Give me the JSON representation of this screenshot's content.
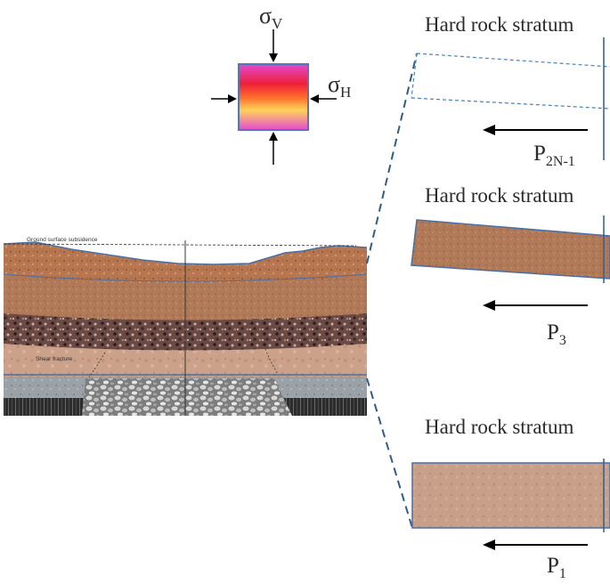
{
  "stress_element": {
    "vertical_symbol": "σ",
    "vertical_sub": "V",
    "horizontal_symbol": "σ",
    "horizontal_sub": "H"
  },
  "cross_section": {
    "surface_label": "Ground surface subsidence",
    "fracture_label": "Shear fracture"
  },
  "strata": [
    {
      "label": "Hard rock stratum",
      "force_symbol": "P",
      "force_sub": "2N-1"
    },
    {
      "label": "Hard rock stratum",
      "force_symbol": "P",
      "force_sub": "3"
    },
    {
      "label": "Hard rock stratum",
      "force_symbol": "P",
      "force_sub": "1"
    }
  ],
  "colors": {
    "outline": "#4a6fa5",
    "dashed_connector": "#2f5d8a",
    "stress_gradient": [
      "#e040c8",
      "#e81c1c",
      "#ffd24a",
      "#e040c8"
    ],
    "rock_brown": "#a86d4c",
    "rock_tan": "#c49a80",
    "arrow": "#000000"
  }
}
